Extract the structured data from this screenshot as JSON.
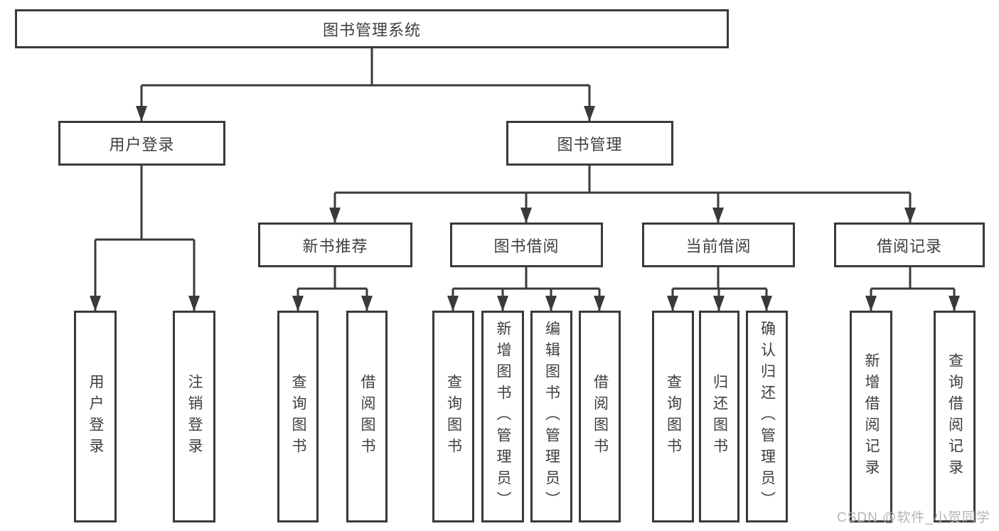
{
  "diagram": {
    "root": {
      "label": "图书管理系统"
    },
    "branches": {
      "user_login": {
        "label": "用户登录",
        "children": [
          {
            "label": "用户登录"
          },
          {
            "label": "注销登录"
          }
        ]
      },
      "book_management": {
        "label": "图书管理",
        "children": [
          {
            "label": "新书推荐",
            "children": [
              {
                "label": "查询图书"
              },
              {
                "label": "借阅图书"
              }
            ]
          },
          {
            "label": "图书借阅",
            "children": [
              {
                "label": "查询图书"
              },
              {
                "label": "新增图书（管理员）"
              },
              {
                "label": "编辑图书（管理员）"
              },
              {
                "label": "借阅图书"
              }
            ]
          },
          {
            "label": "当前借阅",
            "children": [
              {
                "label": "查询图书"
              },
              {
                "label": "归还图书"
              },
              {
                "label": "确认归还（管理员）"
              }
            ]
          },
          {
            "label": "借阅记录",
            "children": [
              {
                "label": "新增借阅记录"
              },
              {
                "label": "查询借阅记录"
              }
            ]
          }
        ]
      }
    },
    "line_color": "#3a3a3a"
  },
  "watermark": {
    "text": "CSDN @软件_小贺同学"
  }
}
